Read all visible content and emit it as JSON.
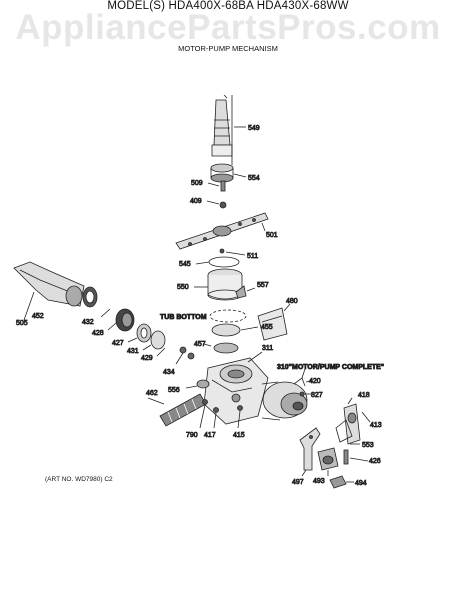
{
  "watermark": "AppliancePartsPros.com",
  "header": {
    "model": "MODEL(S) HDA400X-68BA  HDA430X-68WW",
    "subtitle": "MOTOR-PUMP MECHANISM"
  },
  "labels": {
    "p549": "549",
    "p554": "554",
    "p509": "509",
    "p409": "409",
    "p501": "501",
    "p545": "545",
    "p511": "511",
    "p550": "550",
    "p557": "557",
    "p480": "480",
    "p505": "505",
    "p452": "452",
    "p432": "432",
    "p428": "428",
    "p427": "427",
    "p431": "431",
    "p429": "429",
    "tub_bottom": "TUB BOTTOM",
    "p455": "455",
    "p457": "457",
    "p311": "311",
    "motor_pump": "310\"MOTOR/PUMP COMPLETE\"",
    "p434": "434",
    "p420": "420",
    "p418": "418",
    "p827": "827",
    "p462": "462",
    "p556": "556",
    "p413": "413",
    "p790": "790",
    "p417": "417",
    "p415": "415",
    "p553": "553",
    "p426": "426",
    "p497": "497",
    "p493": "493",
    "p494": "494"
  },
  "footer": {
    "art_no": "(ART NO. WD7980)  C2"
  }
}
